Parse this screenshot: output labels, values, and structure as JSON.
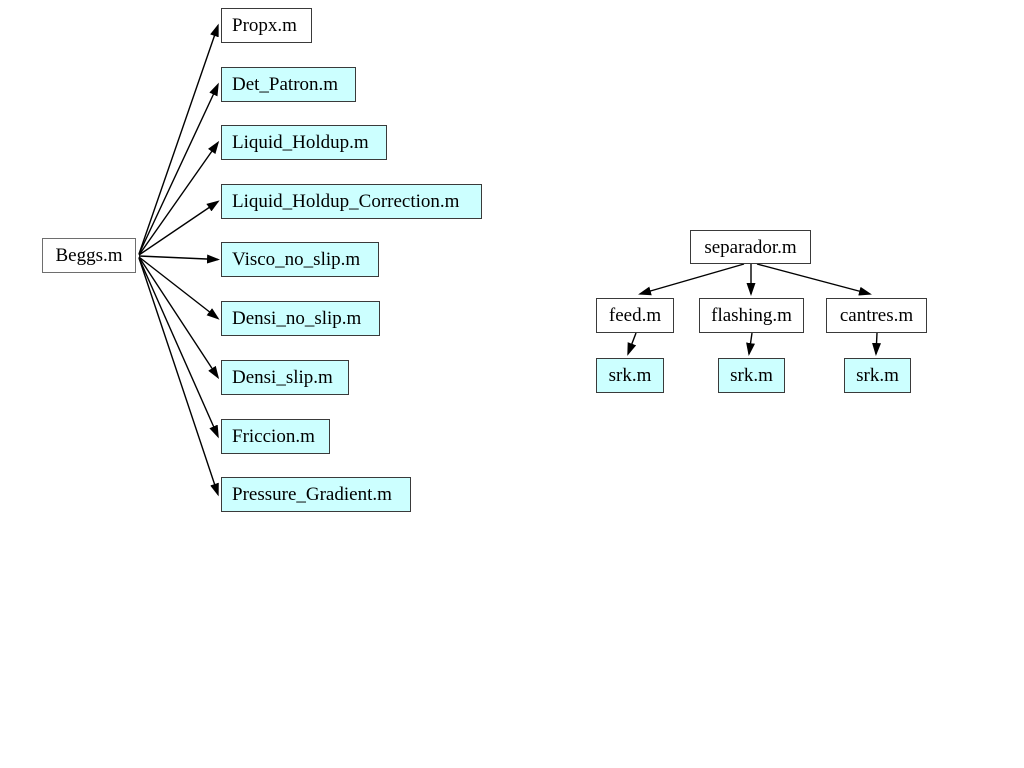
{
  "page": {
    "background": "#ffffff"
  },
  "colors": {
    "plain_box_fill": "#ffffff",
    "highlight_box_fill": "#ccffff",
    "box_border": "#3a3a3a",
    "root_box_border": "#6e6e6e",
    "arrow": "#000000",
    "text": "#000000"
  },
  "left_tree": {
    "root": {
      "label": "Beggs.m",
      "fill": "#ffffff"
    },
    "children": [
      {
        "label": "Propx.m",
        "fill": "#ffffff"
      },
      {
        "label": "Det_Patron.m",
        "fill": "#ccffff"
      },
      {
        "label": "Liquid_Holdup.m",
        "fill": "#ccffff"
      },
      {
        "label": "Liquid_Holdup_Correction.m",
        "fill": "#ccffff"
      },
      {
        "label": "Visco_no_slip.m",
        "fill": "#ccffff"
      },
      {
        "label": "Densi_no_slip.m",
        "fill": "#ccffff"
      },
      {
        "label": "Densi_slip.m",
        "fill": "#ccffff"
      },
      {
        "label": "Friccion.m",
        "fill": "#ccffff"
      },
      {
        "label": "Pressure_Gradient.m",
        "fill": "#ccffff"
      }
    ]
  },
  "right_tree": {
    "root": {
      "label": "separador.m",
      "fill": "#ffffff"
    },
    "branches": [
      {
        "label": "feed.m",
        "fill": "#ffffff",
        "leaf": {
          "label": "srk.m",
          "fill": "#ccffff"
        }
      },
      {
        "label": "flashing.m",
        "fill": "#ffffff",
        "leaf": {
          "label": "srk.m",
          "fill": "#ccffff"
        }
      },
      {
        "label": "cantres.m",
        "fill": "#ffffff",
        "leaf": {
          "label": "srk.m",
          "fill": "#ccffff"
        }
      }
    ]
  }
}
